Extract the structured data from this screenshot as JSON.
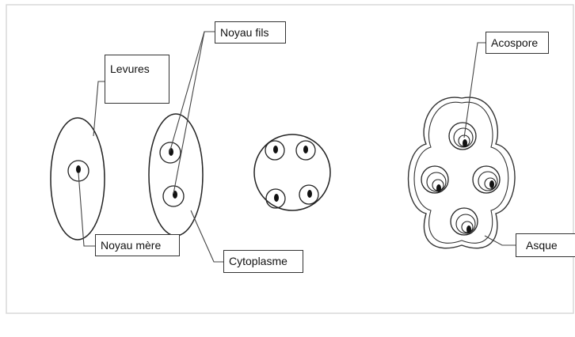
{
  "labels": {
    "levures": "Levures",
    "noyau_fils": "Noyau fils",
    "noyau_mere": "Noyau mère",
    "cytoplasme": "Cytoplasme",
    "acospore": "Acospore",
    "asque": "Asque"
  },
  "colors": {
    "stroke": "#222222",
    "frame": "#d9d9d9",
    "background": "#ffffff"
  }
}
